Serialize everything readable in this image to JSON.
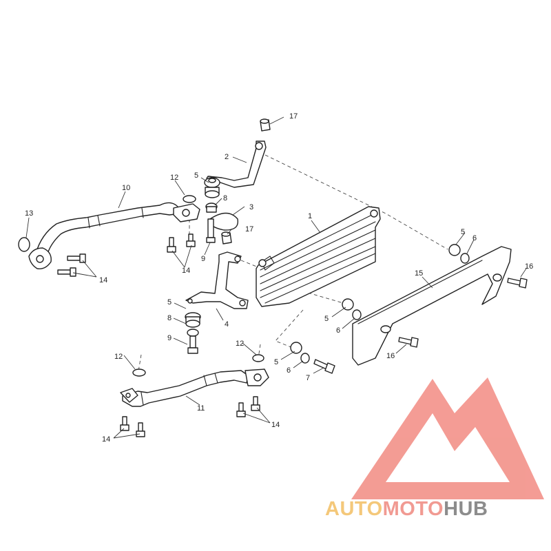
{
  "diagram": {
    "callouts": {
      "c1": "1",
      "c2": "2",
      "c3": "3",
      "c4": "4",
      "c5a": "5",
      "c5b": "5",
      "c5c": "5",
      "c5d": "5",
      "c5e": "5",
      "c6a": "6",
      "c6b": "6",
      "c6c": "6",
      "c7": "7",
      "c8a": "8",
      "c8b": "8",
      "c9a": "9",
      "c9b": "9",
      "c10": "10",
      "c11": "11",
      "c12a": "12",
      "c12b": "12",
      "c12c": "12",
      "c13": "13",
      "c14a": "14",
      "c14b": "14",
      "c14c": "14",
      "c14d": "14",
      "c15": "15",
      "c16a": "16",
      "c16b": "16",
      "c17a": "17",
      "c17b": "17"
    }
  },
  "watermark": {
    "word_auto": "AUTO",
    "word_moto": "MOTO",
    "word_hub": "HUB",
    "colors": {
      "logo": "#f28b82",
      "auto": "#f4c87a",
      "moto": "#f19a92",
      "hub": "#8c8c8c"
    }
  }
}
